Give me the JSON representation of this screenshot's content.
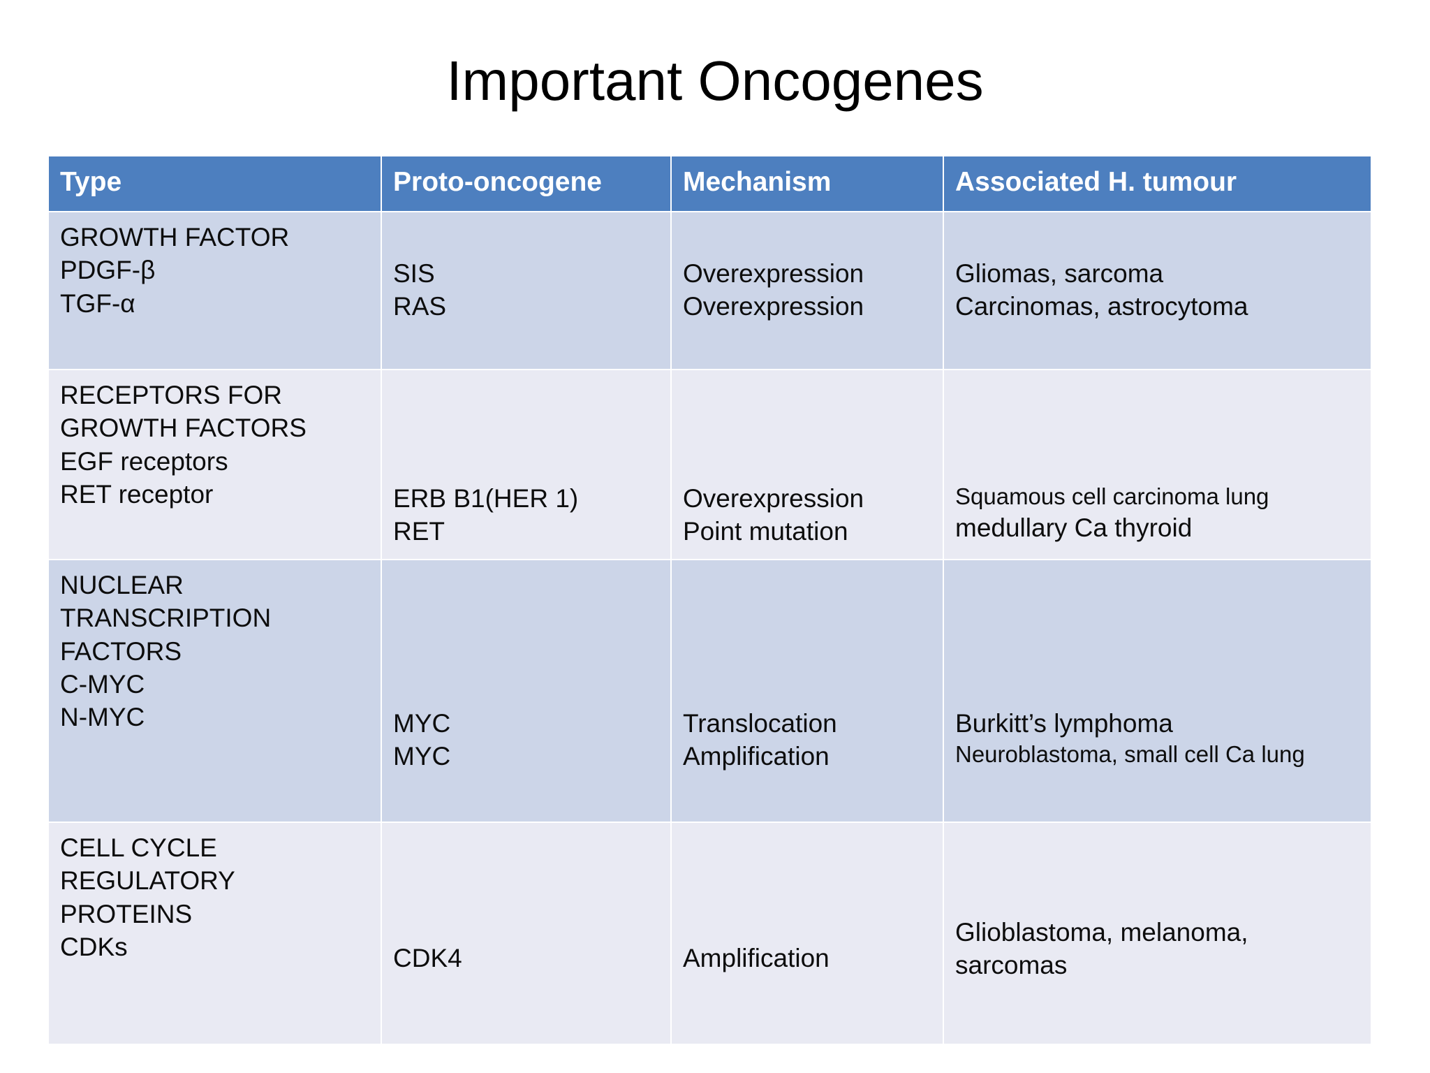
{
  "slide": {
    "title": "Important Oncogenes",
    "colors": {
      "header_blue": "#4d7fbf",
      "band_dark": "#ccd5e8",
      "band_light": "#e9eaf3",
      "header_text": "#ffffff",
      "body_text": "#0d0d0d",
      "background": "#ffffff"
    }
  },
  "table": {
    "headers": [
      "Type",
      "Proto-oncogene",
      "Mechanism",
      "Associated H. tumour"
    ],
    "rows": [
      {
        "type_lines": [
          "GROWTH FACTOR",
          "PDGF-β",
          "TGF-α"
        ],
        "proto_lines": [
          "SIS",
          "RAS"
        ],
        "mechanism_lines": [
          "Overexpression",
          "Overexpression"
        ],
        "tumour_lines": [
          "Gliomas, sarcoma",
          "Carcinomas, astrocytoma"
        ]
      },
      {
        "type_lines": [
          "RECEPTORS FOR",
          "GROWTH FACTORS",
          "EGF receptors",
          "RET receptor"
        ],
        "proto_lines": [
          "ERB B1(HER 1)",
          "RET"
        ],
        "mechanism_lines": [
          "Overexpression",
          "Point mutation"
        ],
        "tumour_lines": [
          "Squamous cell carcinoma lung",
          "medullary Ca thyroid"
        ]
      },
      {
        "type_lines": [
          "NUCLEAR",
          "TRANSCRIPTION",
          "FACTORS",
          "C-MYC",
          "N-MYC"
        ],
        "proto_lines": [
          "MYC",
          "MYC"
        ],
        "mechanism_lines": [
          "Translocation",
          "Amplification"
        ],
        "tumour_lines": [
          "Burkitt’s lymphoma",
          "Neuroblastoma, small cell Ca lung"
        ]
      },
      {
        "type_lines": [
          "CELL CYCLE",
          "REGULATORY",
          "PROTEINS",
          "CDKs"
        ],
        "proto_lines": [
          "CDK4"
        ],
        "mechanism_lines": [
          "Amplification"
        ],
        "tumour_lines": [
          "Glioblastoma, melanoma, sarcomas"
        ]
      }
    ]
  }
}
